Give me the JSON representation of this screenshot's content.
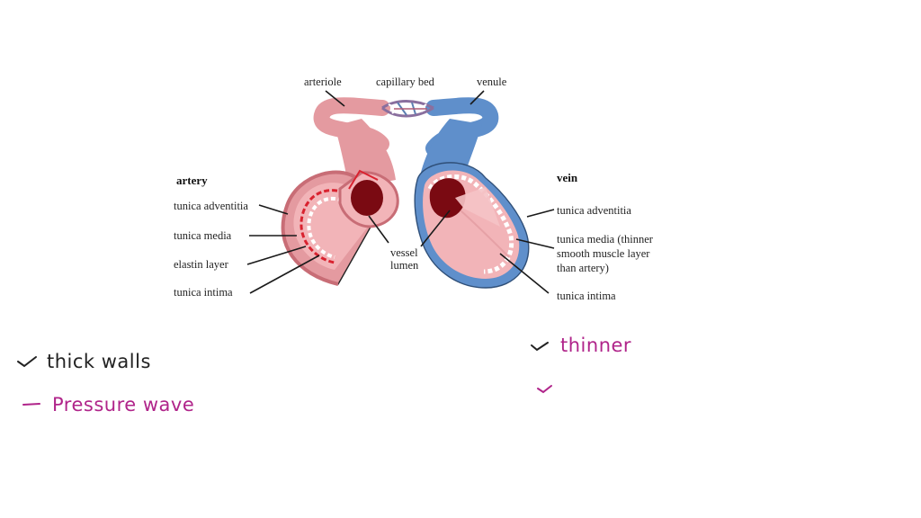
{
  "diagram": {
    "top_labels": {
      "arteriole": "arteriole",
      "capillary_bed": "capillary bed",
      "venule": "venule"
    },
    "artery": {
      "title": "artery",
      "labels": [
        "tunica adventitia",
        "tunica media",
        "elastin layer",
        "tunica intima"
      ]
    },
    "center": {
      "vessel_lumen_line1": "vessel",
      "vessel_lumen_line2": "lumen"
    },
    "vein": {
      "title": "vein",
      "labels": {
        "adventitia": "tunica adventitia",
        "media_line1": "tunica media (thinner",
        "media_line2": "smooth muscle layer",
        "media_line3": "than artery)",
        "intima": "tunica intima"
      }
    },
    "colors": {
      "artery_outer": "#e49aa0",
      "artery_inner": "#f2b4b8",
      "artery_elastin": "#d9222f",
      "lumen": "#7a0a12",
      "vein_outer": "#5f8fcb",
      "vein_inner": "#f2b4b8"
    }
  },
  "notes": {
    "left": [
      {
        "text": "thick walls",
        "color": "#222222"
      },
      {
        "text": "Pressure wave",
        "color": "#b0248a"
      }
    ],
    "right": [
      {
        "text": "thinner",
        "color": "#b0248a"
      },
      {
        "text": "",
        "color": "#b0248a"
      }
    ]
  }
}
